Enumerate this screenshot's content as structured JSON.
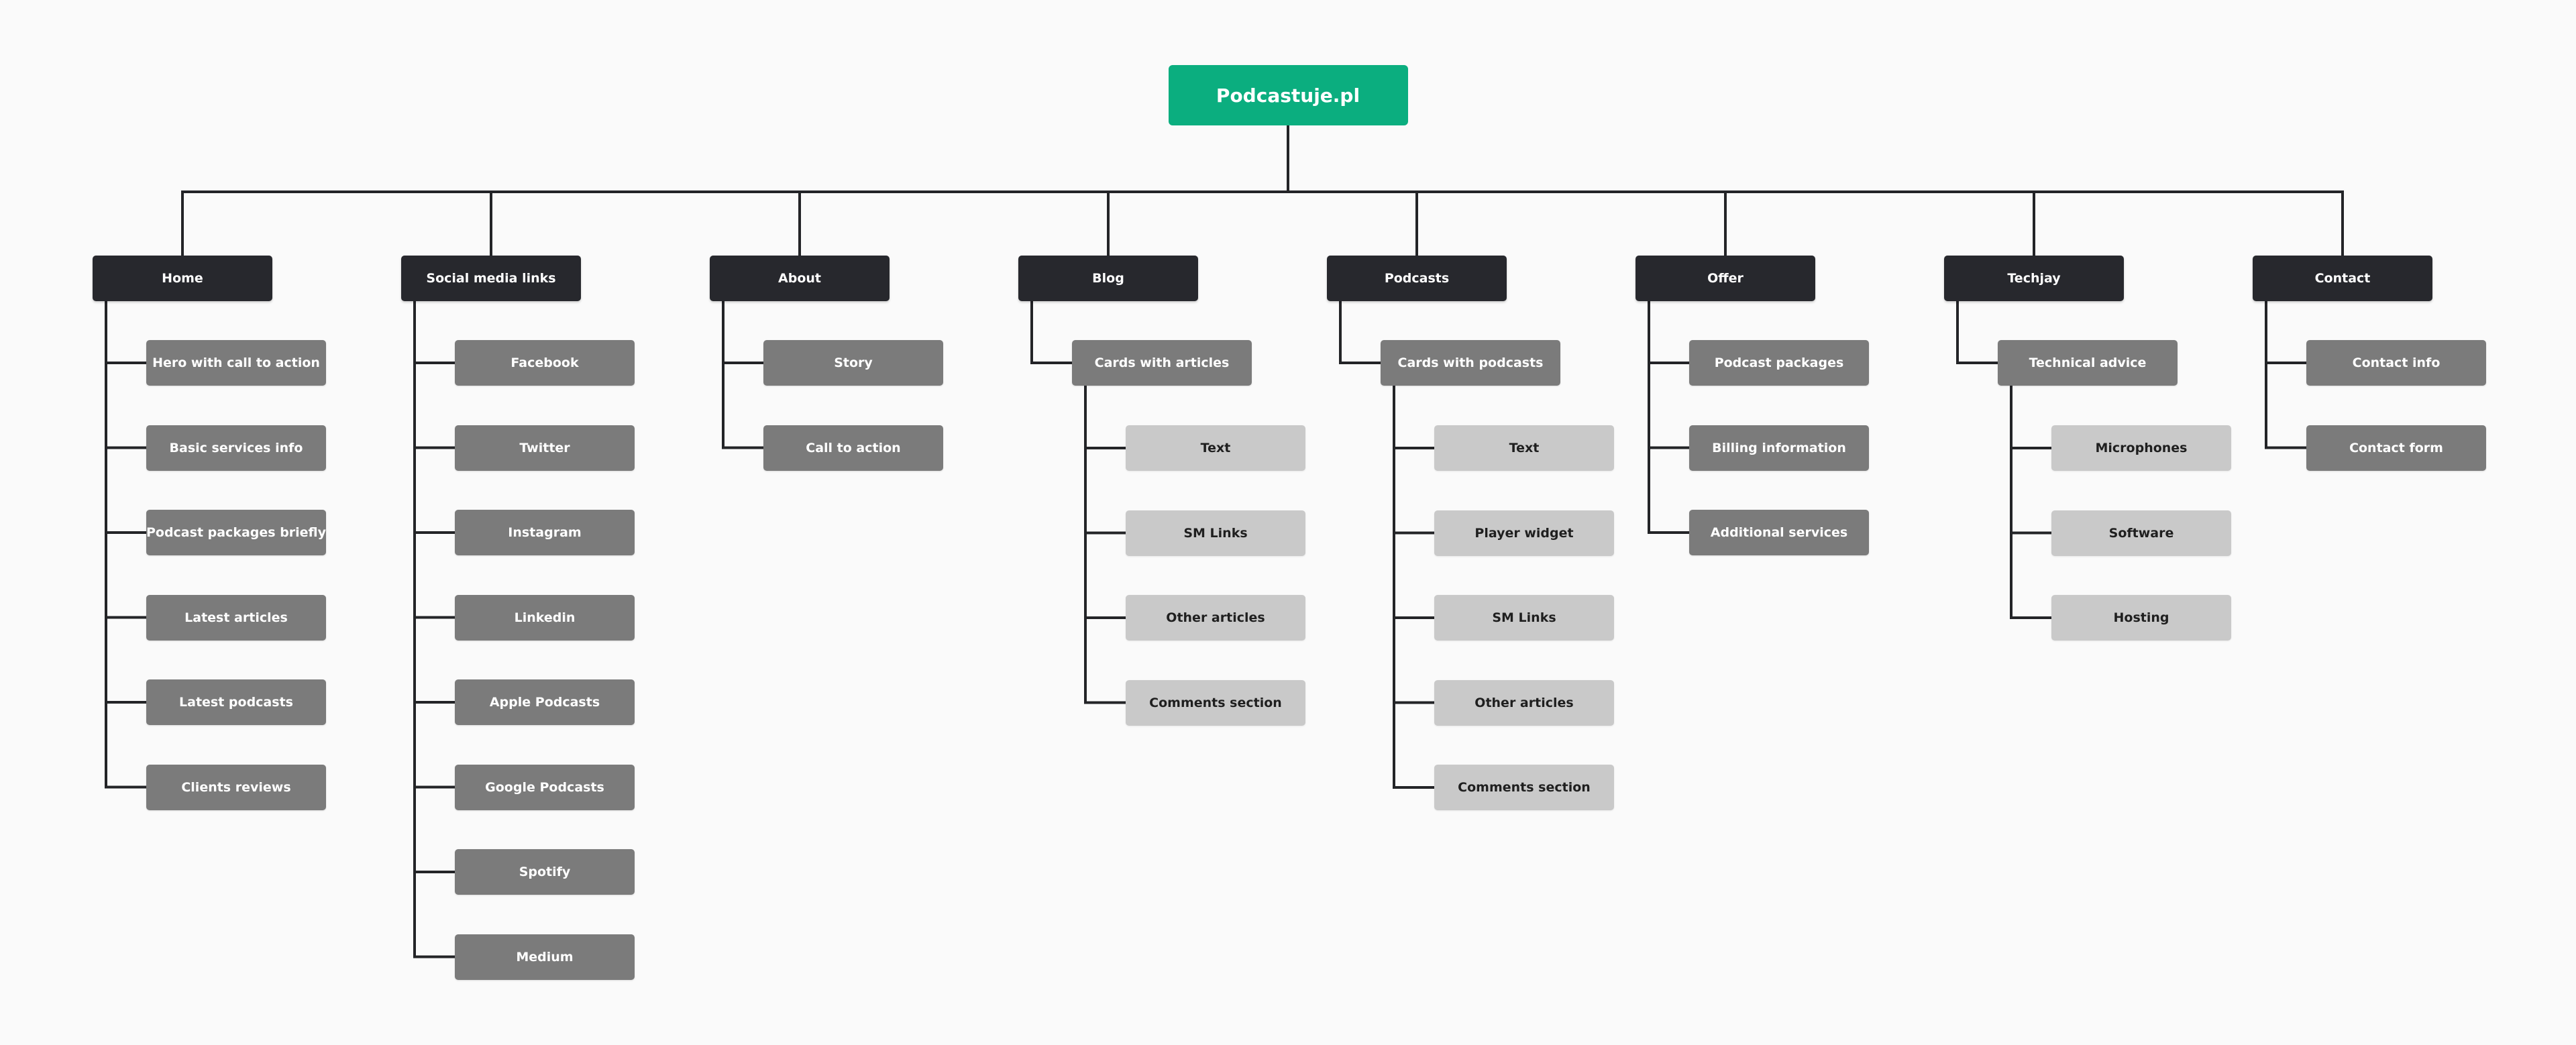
{
  "colors": {
    "background": "#fafafa",
    "root_fill": "#0bae7f",
    "root_text": "#ffffff",
    "section_fill": "#27282d",
    "section_text": "#ffffff",
    "child_fill": "#7b7b7b",
    "child_text": "#ffffff",
    "grandchild_fill": "#c9c9c9",
    "grandchild_text": "#1f1f1f",
    "connector": "#232427"
  },
  "sitemap": {
    "root": {
      "label": "Podcastuje.pl"
    },
    "sections": [
      {
        "label": "Home",
        "children": [
          {
            "label": "Hero with call to action"
          },
          {
            "label": "Basic services info"
          },
          {
            "label": "Podcast packages briefly"
          },
          {
            "label": "Latest articles"
          },
          {
            "label": "Latest podcasts"
          },
          {
            "label": "Clients reviews"
          }
        ]
      },
      {
        "label": "Social media links",
        "children": [
          {
            "label": "Facebook"
          },
          {
            "label": "Twitter"
          },
          {
            "label": "Instagram"
          },
          {
            "label": "Linkedin"
          },
          {
            "label": "Apple Podcasts"
          },
          {
            "label": "Google Podcasts"
          },
          {
            "label": "Spotify"
          },
          {
            "label": "Medium"
          }
        ]
      },
      {
        "label": "About",
        "children": [
          {
            "label": "Story"
          },
          {
            "label": "Call to action"
          }
        ]
      },
      {
        "label": "Blog",
        "children": [
          {
            "label": "Cards with articles",
            "children": [
              {
                "label": "Text"
              },
              {
                "label": "SM Links"
              },
              {
                "label": "Other articles"
              },
              {
                "label": "Comments section"
              }
            ]
          }
        ]
      },
      {
        "label": "Podcasts",
        "children": [
          {
            "label": "Cards with podcasts",
            "children": [
              {
                "label": "Text"
              },
              {
                "label": "Player widget"
              },
              {
                "label": "SM Links"
              },
              {
                "label": "Other articles"
              },
              {
                "label": "Comments section"
              }
            ]
          }
        ]
      },
      {
        "label": "Offer",
        "children": [
          {
            "label": "Podcast packages"
          },
          {
            "label": "Billing information"
          },
          {
            "label": "Additional services"
          }
        ]
      },
      {
        "label": "Techjay",
        "children": [
          {
            "label": "Technical advice",
            "children": [
              {
                "label": "Microphones"
              },
              {
                "label": "Software"
              },
              {
                "label": "Hosting"
              }
            ]
          }
        ]
      },
      {
        "label": "Contact",
        "children": [
          {
            "label": "Contact info"
          },
          {
            "label": "Contact form"
          }
        ]
      }
    ]
  }
}
